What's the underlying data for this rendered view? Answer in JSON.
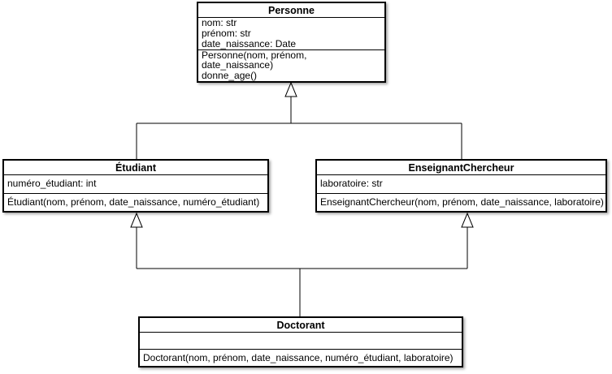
{
  "diagram": {
    "type": "uml-class-diagram",
    "background_color": "#ffffff",
    "box_fill_color": "#ffffff",
    "line_color": "#000000",
    "classes": [
      {
        "id": "personne",
        "title": "Personne",
        "attributes": [
          "nom: str",
          "prénom: str",
          "date_naissance: Date"
        ],
        "methods": [
          "Personne(nom, prénom,",
          "date_naissance)",
          "donne_age()"
        ]
      },
      {
        "id": "etudiant",
        "title": "Étudiant",
        "attributes": [
          "numéro_étudiant: int"
        ],
        "methods": [
          "Étudiant(nom, prénom, date_naissance, numéro_étudiant)"
        ]
      },
      {
        "id": "enseignant_chercheur",
        "title": "EnseignantChercheur",
        "attributes": [
          "laboratoire: str"
        ],
        "methods": [
          "EnseignantChercheur(nom, prénom, date_naissance, laboratoire)"
        ]
      },
      {
        "id": "doctorant",
        "title": "Doctorant",
        "attributes": [],
        "methods": [
          "Doctorant(nom, prénom, date_naissance, numéro_étudiant, laboratoire)"
        ]
      }
    ],
    "relations": [
      {
        "type": "generalization",
        "from": "Étudiant",
        "to": "Personne"
      },
      {
        "type": "generalization",
        "from": "EnseignantChercheur",
        "to": "Personne"
      },
      {
        "type": "generalization",
        "from": "Doctorant",
        "to": "Étudiant"
      },
      {
        "type": "generalization",
        "from": "Doctorant",
        "to": "EnseignantChercheur"
      }
    ]
  }
}
